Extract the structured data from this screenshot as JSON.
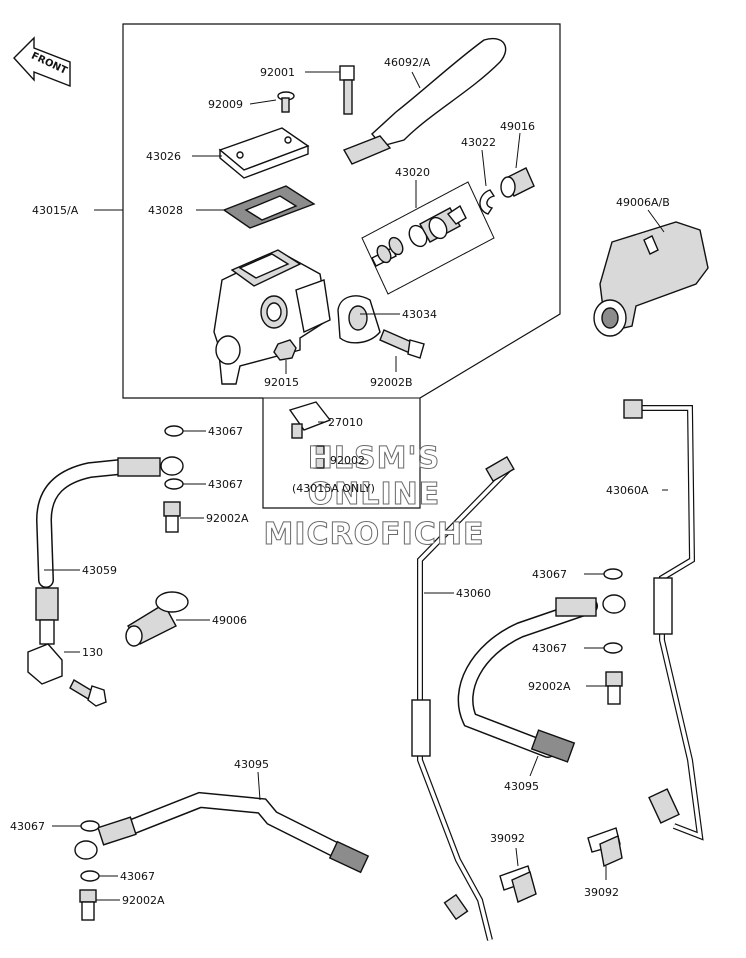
{
  "front_badge": "FRONT",
  "watermark": [
    "HLSM'S",
    "ONLINE",
    "MICROFICHE"
  ],
  "labels": {
    "p92001": "92001",
    "p46092A": "46092/A",
    "p92009": "92009",
    "p43026": "43026",
    "p49016": "49016",
    "p43022": "43022",
    "p43020": "43020",
    "p43028": "43028",
    "p43015A": "43015/A",
    "p49006AB": "49006A/B",
    "p43034": "43034",
    "p92015": "92015",
    "p92002B": "92002B",
    "p27010": "27010",
    "p92002": "92002",
    "note43015A": "(43015A ONLY)",
    "p43067_a": "43067",
    "p43067_b": "43067",
    "p92002A_a": "92002A",
    "p43060A": "43060A",
    "p43059": "43059",
    "p43060": "43060",
    "p43067_c": "43067",
    "p49006": "49006",
    "p43067_d": "43067",
    "p130": "130",
    "p92002A_b": "92002A",
    "p43095_top": "43095",
    "p43095_right": "43095",
    "p43067_e": "43067",
    "p39092_a": "39092",
    "p43067_f": "43067",
    "p92002A_c": "92002A",
    "p39092_b": "39092"
  }
}
